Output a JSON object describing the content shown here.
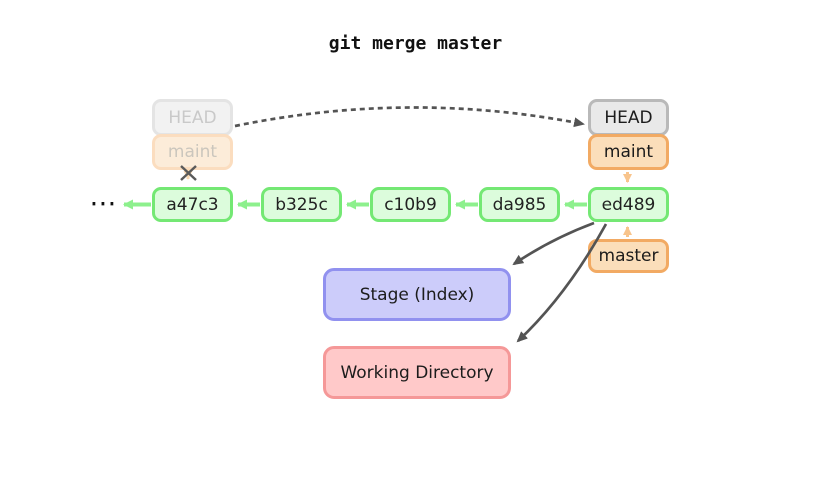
{
  "title": "git merge master",
  "old_head_box": {
    "label": "HEAD"
  },
  "old_maint_box": {
    "label": "maint"
  },
  "head_box": {
    "label": "HEAD"
  },
  "maint_box": {
    "label": "maint"
  },
  "master_box": {
    "label": "master"
  },
  "history": {
    "ellipsis": "⋯",
    "commits": [
      "a47c3",
      "b325c",
      "c10b9",
      "da985",
      "ed489"
    ]
  },
  "stage_box": {
    "label": "Stage (Index)"
  },
  "working_box": {
    "label": "Working Directory"
  },
  "icons": {
    "cross": "crossed-out-pointer",
    "head_move_arrow": "dashed-arrow-old-head-to-new-head",
    "stage_arrow": "arrow-ed489-to-stage",
    "working_arrow": "arrow-ed489-to-working-directory"
  },
  "palette": {
    "commit_fill": "#dcfcdc",
    "commit_border": "#74e874",
    "commit_arrow": "#8df08d",
    "branch_fill": "#fbdeba",
    "branch_border": "#f2aa63",
    "branch_arrow": "#f8c48c",
    "head_fill": "#e9e9e9",
    "head_border": "#b9b9b9",
    "faded_head_fill": "#f2f2f2",
    "faded_head_border": "#e4e4e4",
    "faded_branch_fill": "#fcecd9",
    "faded_branch_border": "#fbddbf",
    "stage_fill": "#ccccfa",
    "stage_border": "#9191ef",
    "working_fill": "#ffc9c9",
    "working_border": "#f59898",
    "dark_arrow": "#545454"
  }
}
